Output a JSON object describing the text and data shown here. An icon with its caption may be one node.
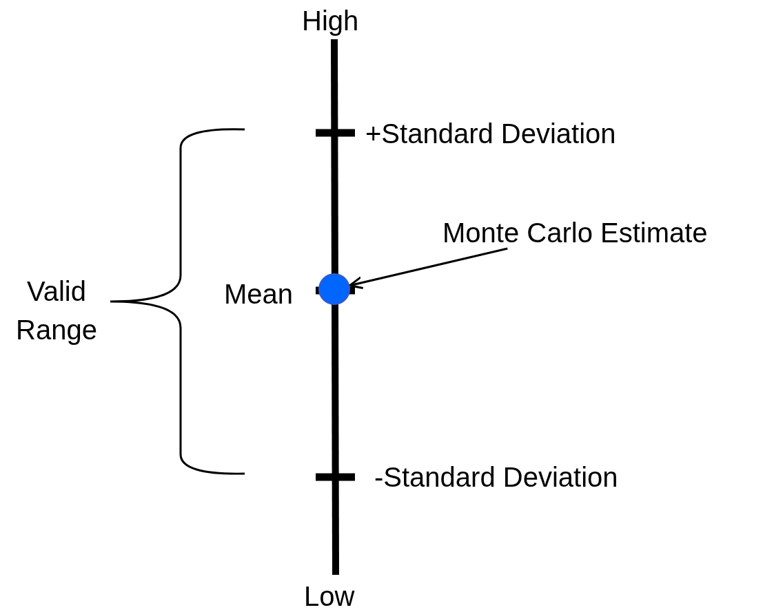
{
  "diagram": {
    "nodes": [
      {
        "text": [
          "Monte Carlo Estimate"
        ]
      },
      {
        "text": [],
        "shape": "circle"
      }
    ],
    "edges": [
      {
        "from": 0,
        "to": 1,
        "arrow": "to"
      }
    ],
    "labels": [
      "High",
      "+Standard Deviation",
      "Valid Range",
      "Mean",
      "-Standard Deviation",
      "Low"
    ]
  }
}
